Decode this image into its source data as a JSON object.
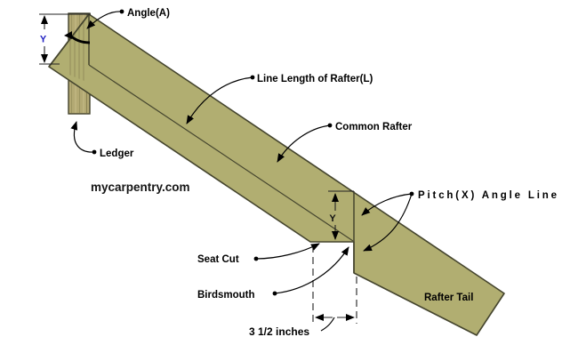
{
  "site": "mycarpentry.com",
  "labels": {
    "angle": "Angle(A)",
    "line_length": "Line Length of Rafter(L)",
    "common_rafter": "Common Rafter",
    "ledger": "Ledger",
    "pitch_angle_line": "Pitch(X) Angle Line",
    "seat_cut": "Seat Cut",
    "birdsmouth": "Birdsmouth",
    "rafter_tail": "Rafter Tail"
  },
  "dimensions": {
    "rise_top": "Y",
    "rise_birdsmouth": "Y",
    "seat_width": "3 1/2 inches"
  },
  "colors": {
    "wood_fill": "#b1ae71",
    "wood_outline": "#45452e",
    "ledger_fill": "#b3a973",
    "annotation": "#000000",
    "dim_label_blue": "#2323c3"
  }
}
